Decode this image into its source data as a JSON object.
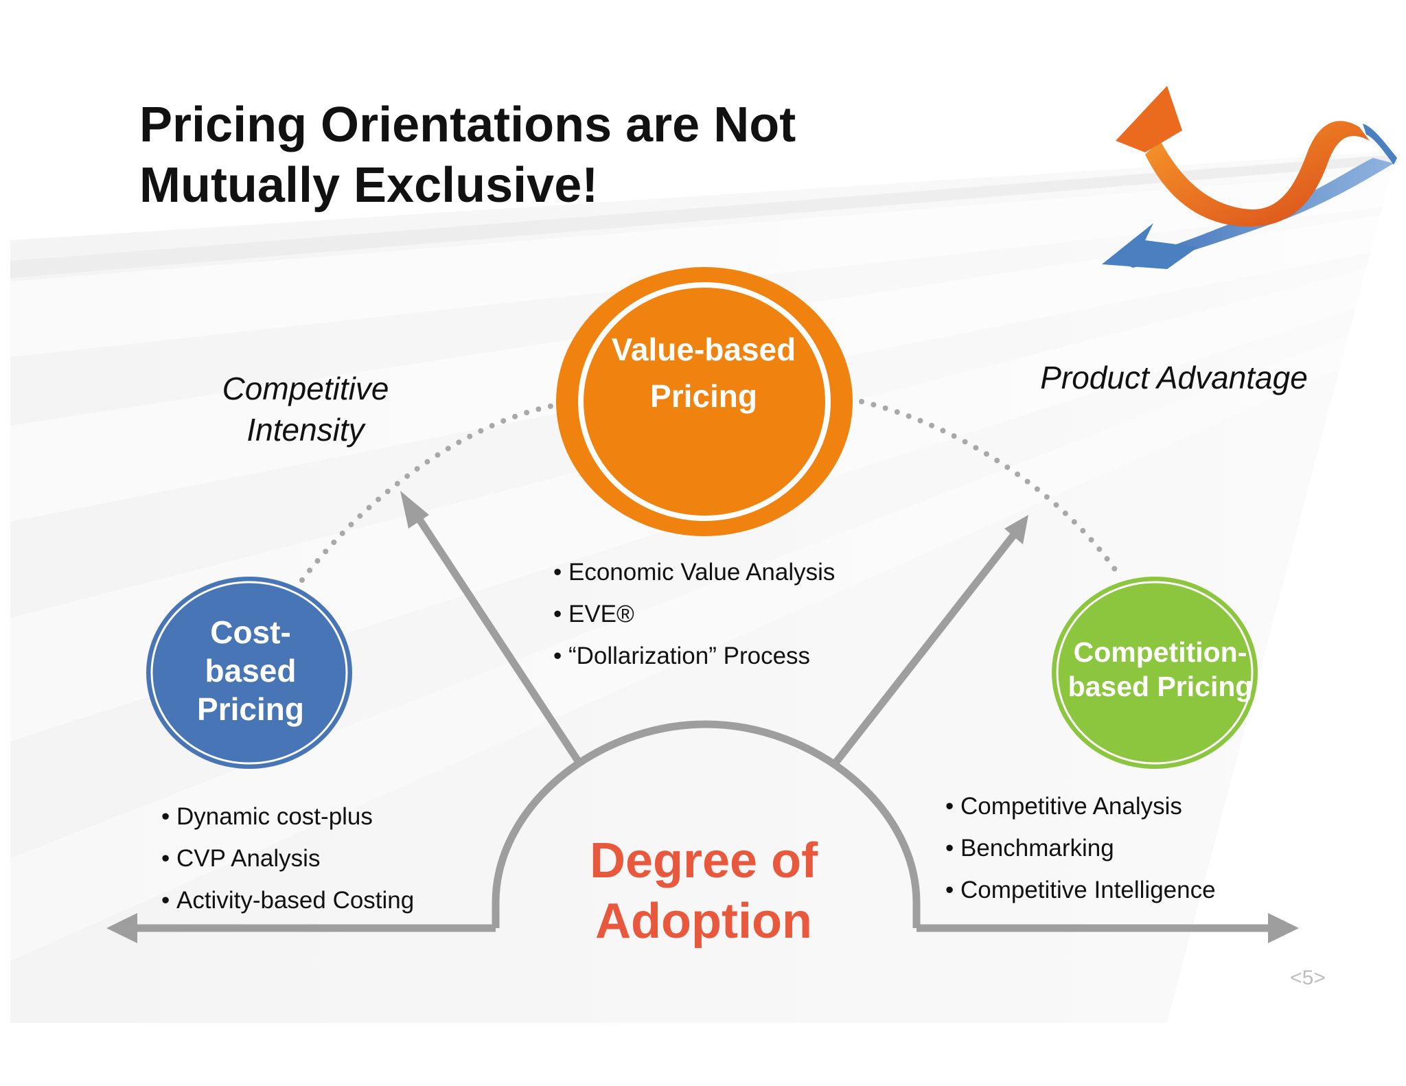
{
  "slide": {
    "title_lines": [
      "Pricing Orientations are Not",
      "Mutually Exclusive!"
    ],
    "page_number": "<5>",
    "colors": {
      "value_circle": "#f08210",
      "cost_circle": "#4775b5",
      "competition_circle": "#8cc63e",
      "adoption_text": "#e8583d",
      "arrows": "#9e9e9e",
      "logo_orange": "#f06a1e",
      "logo_blue": "#4a7fc0"
    }
  },
  "labels": {
    "competitive_intensity": [
      "Competitive",
      "Intensity"
    ],
    "product_advantage": "Product Advantage"
  },
  "orientations": {
    "value": {
      "name_lines": [
        "Value-based",
        "Pricing"
      ],
      "bullets": [
        "Economic Value Analysis",
        "EVE®",
        "“Dollarization” Process"
      ]
    },
    "cost": {
      "name_lines": [
        "Cost-",
        "based",
        "Pricing"
      ],
      "bullets": [
        "Dynamic cost-plus",
        "CVP Analysis",
        "Activity-based Costing"
      ]
    },
    "competition": {
      "name_lines": [
        "Competition-",
        "based Pricing"
      ],
      "bullets": [
        "Competitive Analysis",
        "Benchmarking",
        "Competitive Intelligence"
      ]
    }
  },
  "center": {
    "lines": [
      "Degree of",
      "Adoption"
    ]
  },
  "icons": {
    "logo": "orange-and-blue-arrows-logo",
    "dotted_paths": "dotted-arc-connector",
    "axis_arrows": "gray-arrow"
  }
}
